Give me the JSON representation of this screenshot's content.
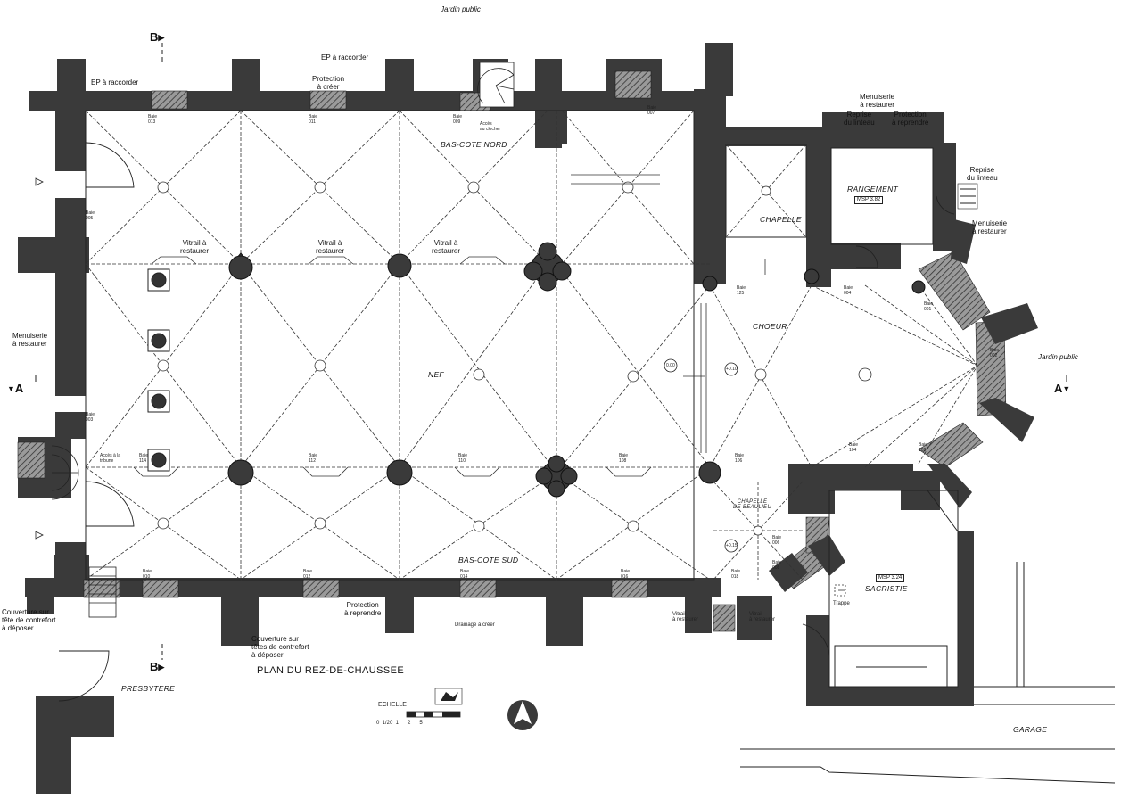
{
  "labels": {
    "jardin_top": "Jardin public",
    "jardin_right": "Jardin public",
    "ep_left": "EP à raccorder",
    "ep_top": "EP à raccorder",
    "protection_creer": "Protection\nà créer",
    "acces_clocher": "Accès\nau clocher",
    "menuiserie_top": "Menuiserie\nà restaurer",
    "reprise_linteau_top": "Reprise\ndu linteau",
    "protection_reprendre_top": "Protection\nà reprendre",
    "reprise_linteau_right": "Reprise\ndu linteau",
    "menuiserie_right": "Menuiserie\nà restaurer",
    "menuiserie_left": "Menuiserie\nà restaurer",
    "acces_tribune": "Accès à la\ntribune",
    "couverture_left": "Couverture sur\ntête de contrefort\nà déposer",
    "couverture_bottom": "Couverture sur\ntêtes de contrefort\nà déposer",
    "protection_reprendre_bottom": "Protection\nà reprendre",
    "drainage": "Drainage à créer",
    "vitrail_bottom_1": "Vitrail\nà restaurer",
    "vitrail_bottom_2": "Vitrail\nà restaurer",
    "trappe": "Trappe"
  },
  "vitraux_top": [
    "Vitrail à\nrestaurer",
    "Vitrail à\nrestaurer",
    "Vitrail à\nrestaurer"
  ],
  "rooms": {
    "bas_cote_nord": "BAS-COTE NORD",
    "bas_cote_sud": "BAS-COTE SUD",
    "nef": "NEF",
    "choeur": "CHOEUR",
    "chapelle": "CHAPELLE",
    "chapelle_beaulieu": "CHAPELLE\nDE BEAULIEU",
    "rangement": "RANGEMENT",
    "rangement_code": "MSP 3.82",
    "sacristie": "SACRISTIE",
    "sacristie_code": "MSP 3.24",
    "presbytere": "PRESBYTERE",
    "garage": "GARAGE"
  },
  "levels": {
    "l1": "0.00",
    "l2": "+0.10",
    "l3": "+0.15"
  },
  "section_marks": {
    "a_left": "A",
    "a_right": "A",
    "b_top": "B",
    "b_bottom": "B"
  },
  "title": "PLAN DU REZ-DE-CHAUSSEE",
  "scale": {
    "label": "ECHELLE",
    "ticks": "0  1/20  1      2      5"
  },
  "baie_tags": [
    "Baie\n013",
    "Baie\n011",
    "Baie\n009",
    "Baie\n007",
    "Baie\n005",
    "Baie\n003",
    "Baie\n010",
    "Baie\n012",
    "Baie\n014",
    "Baie\n016",
    "Baie\n018",
    "Baie\n006",
    "Baie\n008",
    "Baie\n104",
    "Baie\n102",
    "Baie\n106",
    "Baie\n108",
    "Baie\n110",
    "Baie\n112",
    "Baie\n114",
    "Baie\n001",
    "Baie\n002",
    "Baie\n004",
    "Baie\n125"
  ],
  "colors": {
    "wall": "#3a3a3a",
    "line": "#222222",
    "paper": "#ffffff"
  }
}
